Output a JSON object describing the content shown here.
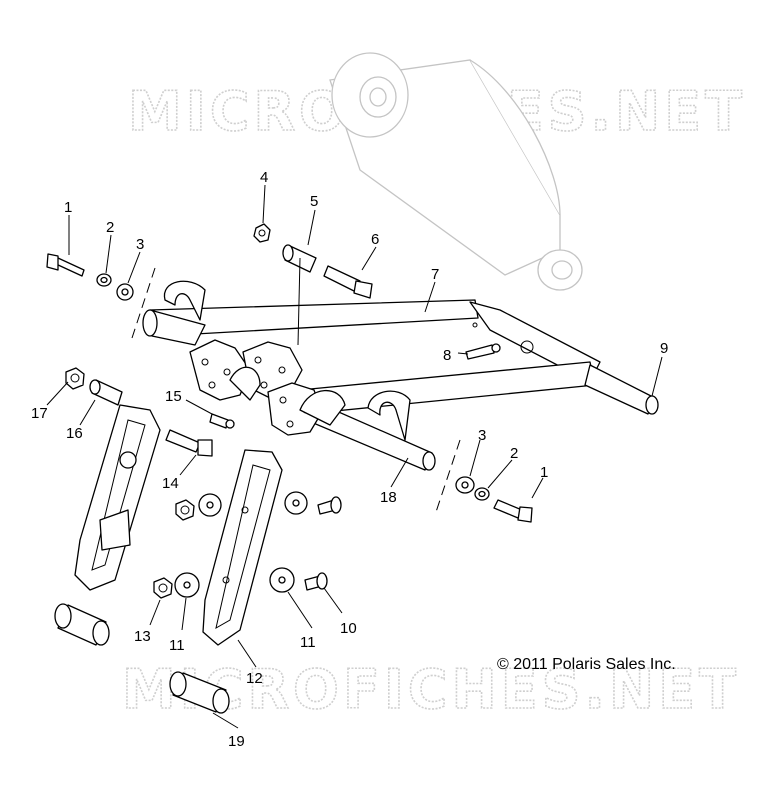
{
  "watermark": {
    "top": "MICROFICHES.NET",
    "bottom": "MICROFICHES.NET"
  },
  "copyright": "© 2011 Polaris Sales Inc.",
  "callouts": [
    {
      "id": "c1a",
      "text": "1"
    },
    {
      "id": "c2a",
      "text": "2"
    },
    {
      "id": "c3a",
      "text": "3"
    },
    {
      "id": "c4",
      "text": "4"
    },
    {
      "id": "c5",
      "text": "5"
    },
    {
      "id": "c6",
      "text": "6"
    },
    {
      "id": "c7",
      "text": "7"
    },
    {
      "id": "c8",
      "text": "8"
    },
    {
      "id": "c9",
      "text": "9"
    },
    {
      "id": "c10",
      "text": "10"
    },
    {
      "id": "c11a",
      "text": "11"
    },
    {
      "id": "c11b",
      "text": "11"
    },
    {
      "id": "c12",
      "text": "12"
    },
    {
      "id": "c13",
      "text": "13"
    },
    {
      "id": "c14",
      "text": "14"
    },
    {
      "id": "c15",
      "text": "15"
    },
    {
      "id": "c16",
      "text": "16"
    },
    {
      "id": "c17",
      "text": "17"
    },
    {
      "id": "c18",
      "text": "18"
    },
    {
      "id": "c19",
      "text": "19"
    },
    {
      "id": "c1b",
      "text": "1"
    },
    {
      "id": "c2b",
      "text": "2"
    },
    {
      "id": "c3b",
      "text": "3"
    }
  ]
}
